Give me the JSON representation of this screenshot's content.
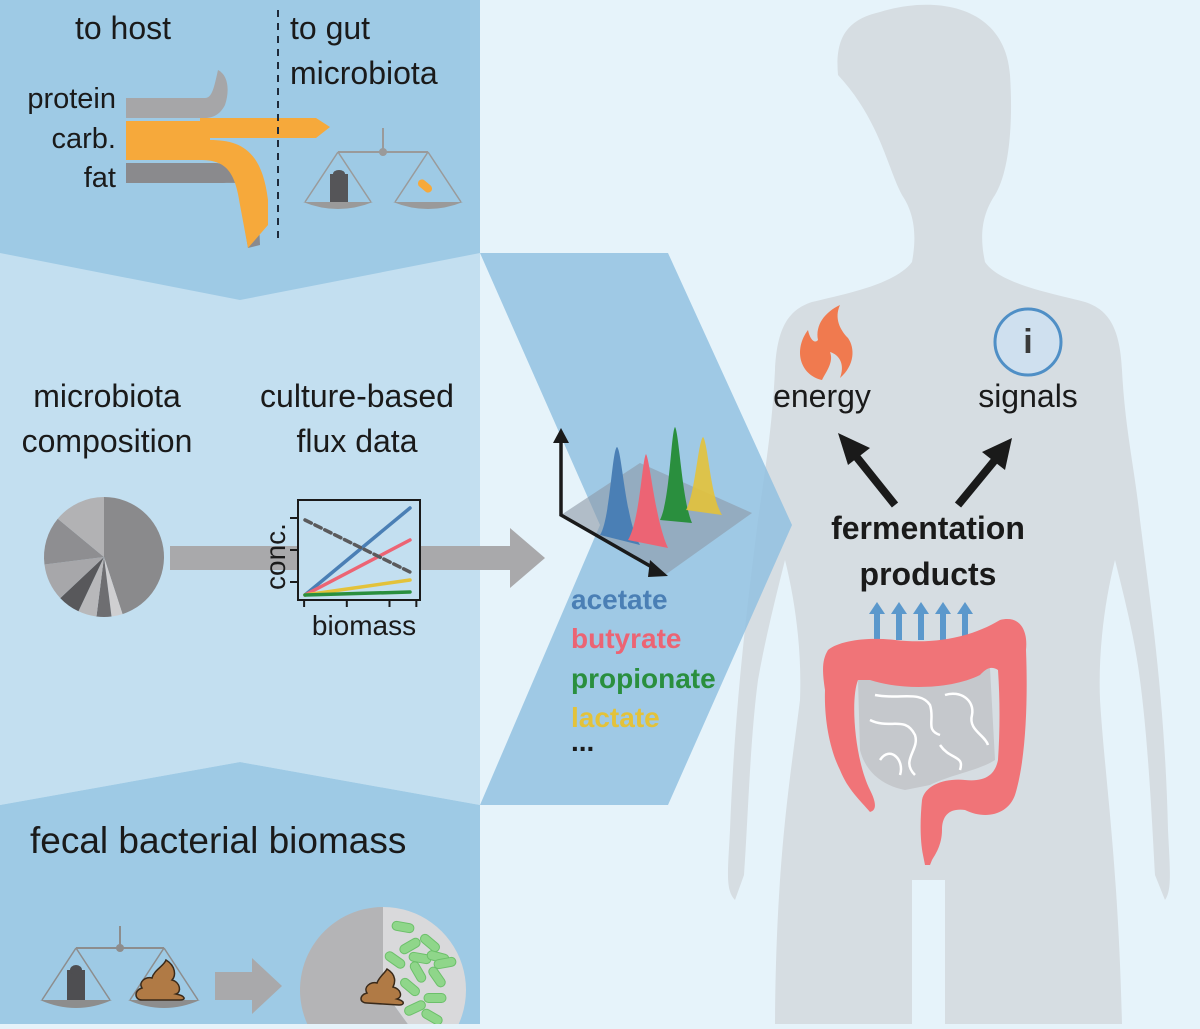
{
  "colors": {
    "background": "#e6f3fa",
    "panel_dark_blue": "#9ecae5",
    "panel_light_blue": "#c3dff0",
    "body_gray": "#d6dde2",
    "colon_red": "#f07478",
    "carb_orange": "#f6a93b",
    "acetate": "#4a7fb5",
    "butyrate": "#ec6474",
    "propionate": "#2a8f3e",
    "lactate": "#e3c23a",
    "flame_orange": "#f07a4f",
    "info_circle_blue": "#4f8fc6"
  },
  "top_panel": {
    "to_host_label": "to host",
    "to_gut_label_line1": "to gut",
    "to_gut_label_line2": "microbiota",
    "nutrient_labels": [
      "protein",
      "carb.",
      "fat"
    ],
    "icons": [
      "sankey-flow-diagram",
      "balance-scale-weight-vs-carb-icon"
    ]
  },
  "middle_panel": {
    "composition_line1": "microbiota",
    "composition_line2": "composition",
    "flux_line1": "culture-based",
    "flux_line2": "flux data",
    "flux_chart": {
      "ylabel": "conc.",
      "xlabel": "biomass",
      "lines": [
        {
          "name": "acetate",
          "start": 0.05,
          "end": 0.92
        },
        {
          "name": "butyrate",
          "start": 0.05,
          "end": 0.6
        },
        {
          "name": "lactate",
          "start": 0.05,
          "end": 0.2
        },
        {
          "name": "propionate",
          "start": 0.05,
          "end": 0.08
        },
        {
          "name": "substrate (dashed)",
          "start": 0.8,
          "end": 0.28
        }
      ]
    },
    "composition_pie_fractions": [
      0.45,
      0.03,
      0.04,
      0.05,
      0.06,
      0.1,
      0.13,
      0.14
    ]
  },
  "products": {
    "items": [
      {
        "name": "acetate",
        "label": "acetate"
      },
      {
        "name": "butyrate",
        "label": "butyrate"
      },
      {
        "name": "propionate",
        "label": "propionate"
      },
      {
        "name": "lactate",
        "label": "lactate"
      }
    ],
    "ellipsis": "..."
  },
  "body": {
    "energy_label": "energy",
    "signals_label": "signals",
    "info_glyph": "i",
    "fermentation_line1": "fermentation",
    "fermentation_line2": "products",
    "absorption_arrow_count": 5
  },
  "bottom_panel": {
    "title": "fecal bacterial biomass",
    "bacterial_fraction": 0.4
  }
}
